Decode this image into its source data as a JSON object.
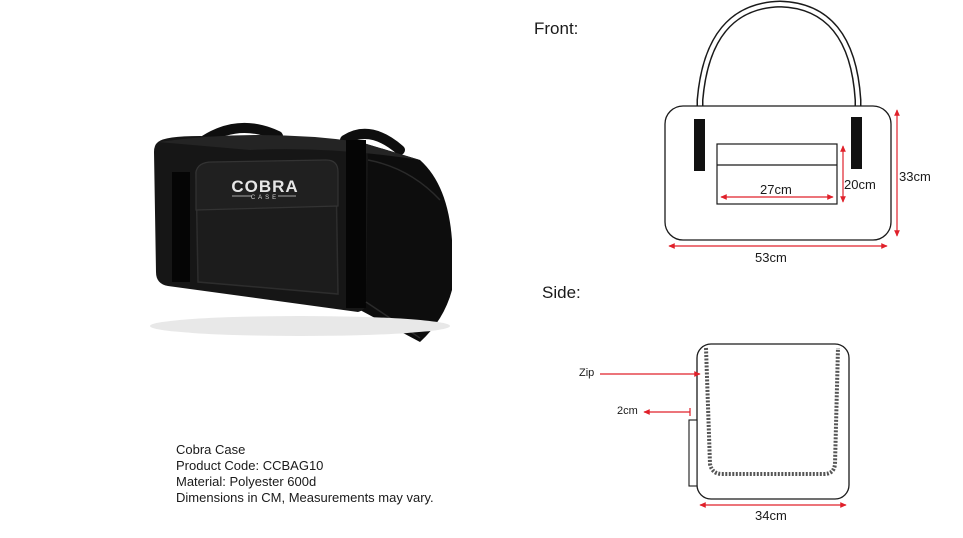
{
  "product_info": {
    "brand": "Cobra Case",
    "product_code": "Product Code: CCBAG10",
    "material": "Material: Polyester 600d",
    "note": "Dimensions in CM,  Measurements may vary."
  },
  "logo": {
    "main": "COBRA",
    "sub": "CASE"
  },
  "front_view": {
    "heading": "Front:",
    "pocket_width": "27cm",
    "pocket_height": "20cm",
    "body_height": "33cm",
    "body_width": "53cm"
  },
  "side_view": {
    "heading": "Side:",
    "zip_label": "Zip",
    "zip_offset": "2cm",
    "depth": "34cm"
  },
  "colors": {
    "dimension_arrow": "#e0202a",
    "outline": "#1a1a1a",
    "bag": "#141414"
  }
}
